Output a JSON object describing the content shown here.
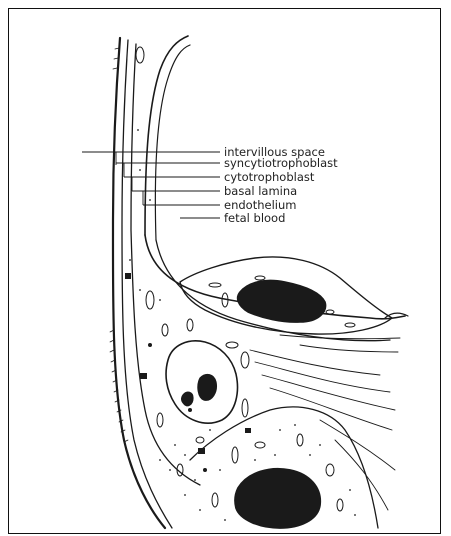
{
  "labels": {
    "intervillous_space": "intervillous space",
    "syncytiotrophoblast": "syncytiotrophoblast",
    "cytotrophoblast": "cytotrophoblast",
    "basal_lamina": "basal lamina",
    "endothelium": "endothelium",
    "fetal_blood": "fetal blood"
  },
  "colors": {
    "ink": "#1a1a1a",
    "paper": "#ffffff",
    "frame": "#111111"
  }
}
